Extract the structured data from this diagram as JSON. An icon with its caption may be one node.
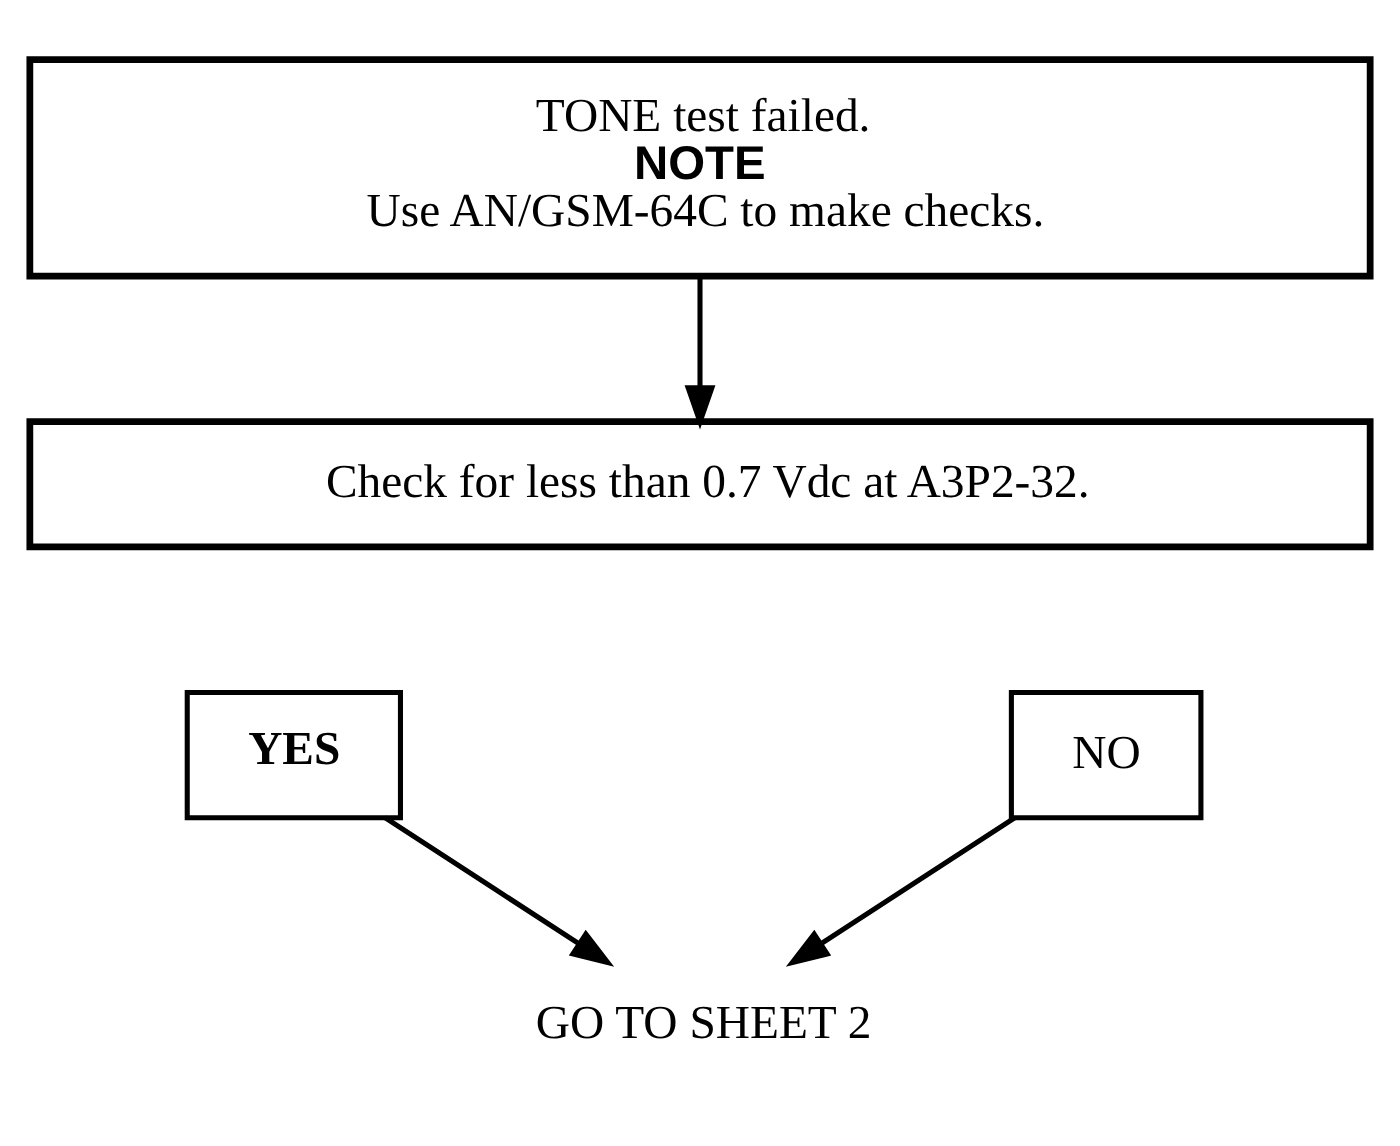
{
  "diagram": {
    "nodes": [
      {
        "text": [
          "TONE test failed.",
          "NOTE",
          "Use AN/GSM-64C to make checks."
        ]
      },
      {
        "text": [
          "Check for less than 0.7 Vdc at A3P2-32."
        ]
      },
      {
        "text": [
          "YES"
        ]
      },
      {
        "text": [
          "NO"
        ]
      },
      {
        "text": [
          "GO TO SHEET 2"
        ]
      }
    ],
    "edges": [
      {
        "from": 0,
        "to": 1,
        "arrow": "to"
      },
      {
        "from": 2,
        "to": 4,
        "arrow": "to"
      },
      {
        "from": 3,
        "to": 4,
        "arrow": "to"
      }
    ]
  }
}
